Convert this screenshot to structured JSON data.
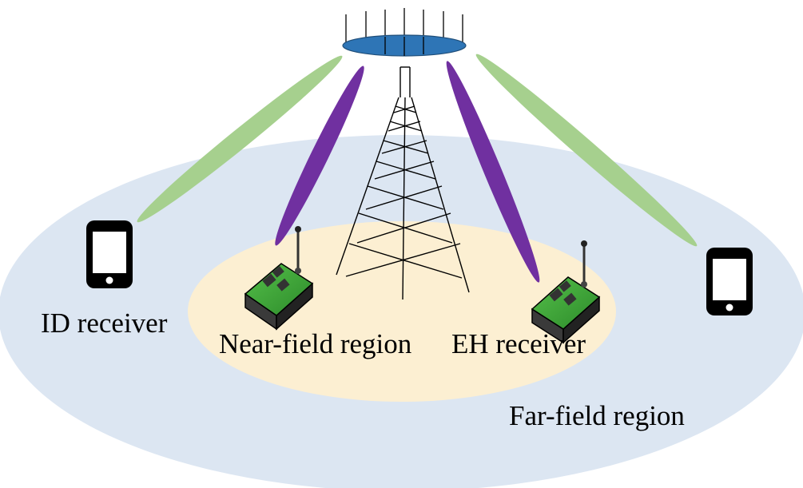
{
  "labels": {
    "id_receiver": "ID receiver",
    "near_field": "Near-field region",
    "eh_receiver": "EH receiver",
    "far_field": "Far-field region"
  },
  "colors": {
    "far_field_region": "#dce6f2",
    "near_field_region": "#fcefd2",
    "green_beam": "#a6d08e",
    "purple_beam": "#7030a0",
    "antenna_array": "#2e75b6",
    "tower": "#000000",
    "phone": "#000000",
    "board": "#39a035"
  },
  "icons": [
    "antenna-array-icon",
    "tower-icon",
    "smartphone-icon",
    "eh-receiver-board-icon"
  ]
}
